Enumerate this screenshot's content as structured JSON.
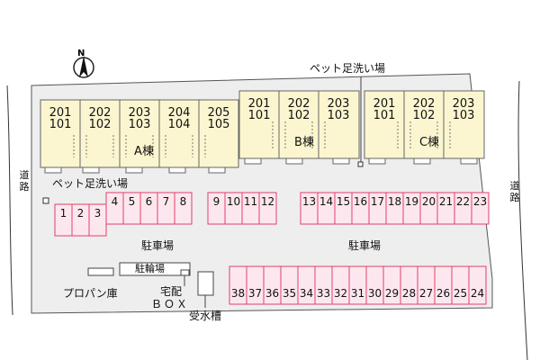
{
  "north": "N",
  "roads": {
    "left": "道路",
    "right": "道路"
  },
  "buildings": [
    {
      "name": "A棟",
      "units": [
        [
          "201",
          "101"
        ],
        [
          "202",
          "102"
        ],
        [
          "203",
          "103"
        ],
        [
          "204",
          "104"
        ],
        [
          "205",
          "105"
        ]
      ]
    },
    {
      "name": "B棟",
      "units": [
        [
          "201",
          "101"
        ],
        [
          "202",
          "102"
        ],
        [
          "203",
          "103"
        ]
      ]
    },
    {
      "name": "C棟",
      "units": [
        [
          "201",
          "101"
        ],
        [
          "202",
          "102"
        ],
        [
          "203",
          "103"
        ]
      ]
    }
  ],
  "pet_wash_top": "ペット足洗い場",
  "pet_wash_left": "ペット足洗い場",
  "parking_label_left": "駐車場",
  "parking_label_right": "駐車場",
  "bicycle_parking": "駐輪場",
  "propane": "プロパン庫",
  "delivery_box_line1": "宅配",
  "delivery_box_line2": "ＢＯＸ",
  "water_tank": "受水槽",
  "parking_groups": [
    {
      "spaces": [
        "1",
        "2",
        "3"
      ]
    },
    {
      "spaces": [
        "4",
        "5",
        "6",
        "7",
        "8"
      ]
    },
    {
      "spaces": [
        "9",
        "10",
        "11",
        "12"
      ]
    },
    {
      "spaces": [
        "13",
        "14",
        "15",
        "16",
        "17",
        "18",
        "19",
        "20",
        "21",
        "22",
        "23"
      ]
    },
    {
      "spaces": [
        "38",
        "37",
        "36",
        "35",
        "34",
        "33",
        "32",
        "31",
        "30",
        "29",
        "28",
        "27",
        "26",
        "25",
        "24"
      ]
    }
  ],
  "colors": {
    "building_fill": "#fbf6cf",
    "parking_fill": "#fde7ee",
    "parking_stroke": "#e0406a",
    "site_fill": "#eeeeee"
  }
}
